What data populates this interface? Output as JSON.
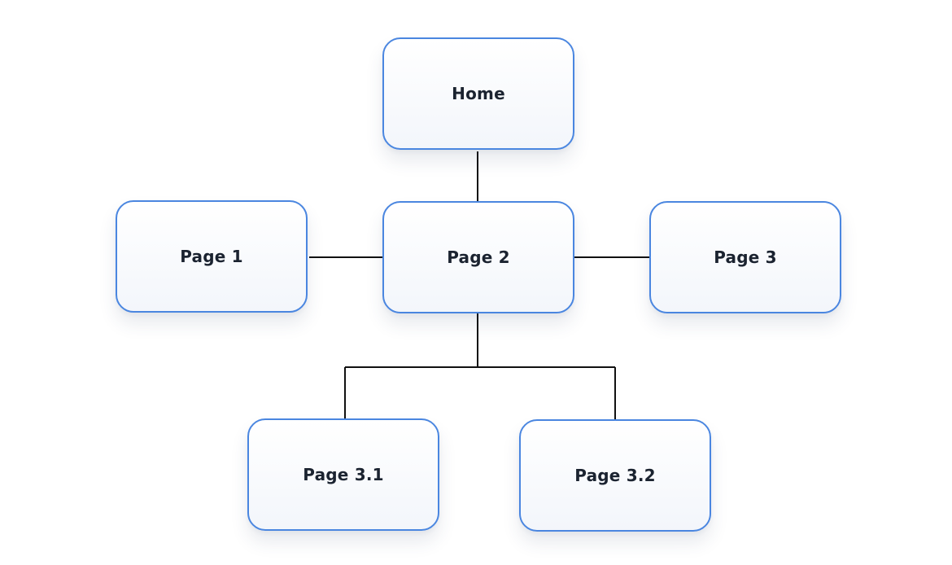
{
  "diagram": {
    "nodes": {
      "home": "Home",
      "page1": "Page 1",
      "page2": "Page 2",
      "page3": "Page 3",
      "page3_1": "Page 3.1",
      "page3_2": "Page 3.2"
    }
  },
  "colors": {
    "node_border": "#4a86e0",
    "connector": "#111111",
    "label": "#1b2330"
  }
}
